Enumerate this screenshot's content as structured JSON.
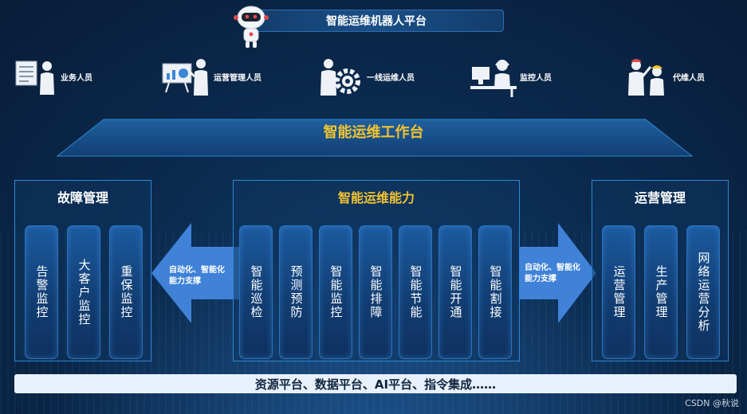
{
  "header": {
    "title": "智能运维机器人平台"
  },
  "roles": [
    {
      "label": "业务人员",
      "icon": "business-person-icon"
    },
    {
      "label": "运营管理人员",
      "icon": "presenter-icon"
    },
    {
      "label": "一线运维人员",
      "icon": "engineer-gear-icon"
    },
    {
      "label": "监控人员",
      "icon": "monitor-operator-icon"
    },
    {
      "label": "代维人员",
      "icon": "contractor-workers-icon"
    }
  ],
  "workbench": {
    "label": "智能运维工作台"
  },
  "panels": {
    "fault": {
      "title": "故障管理",
      "items": [
        "告警监控",
        "大客户监控",
        "重保监控"
      ]
    },
    "capability": {
      "title": "智能运维能力",
      "items": [
        "智能巡检",
        "预测预防",
        "智能监控",
        "智能排障",
        "智能节能",
        "智能开通",
        "智能割接"
      ]
    },
    "operation": {
      "title": "运营管理",
      "items": [
        "运营管理",
        "生产管理",
        "网络运营分析"
      ]
    }
  },
  "arrows": {
    "left": {
      "line1": "自动化、智能化",
      "line2": "能力支撑"
    },
    "right": {
      "line1": "自动化、智能化",
      "line2": "能力支撑"
    }
  },
  "bottom": {
    "label": "资源平台、数据平台、AI平台、指令集成……"
  },
  "watermark": "CSDN @秋说",
  "colors": {
    "accent_gold": "#f3c430",
    "panel_border": "#2b88d6",
    "arrow": "#3f82d8"
  }
}
